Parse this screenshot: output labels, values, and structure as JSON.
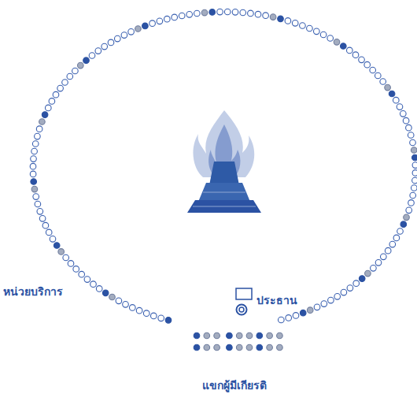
{
  "diagram": {
    "labels": [
      "ประธาน",
      "หน่วยบริการ",
      "แขกผู้มีเกียรติ"
    ]
  }
}
